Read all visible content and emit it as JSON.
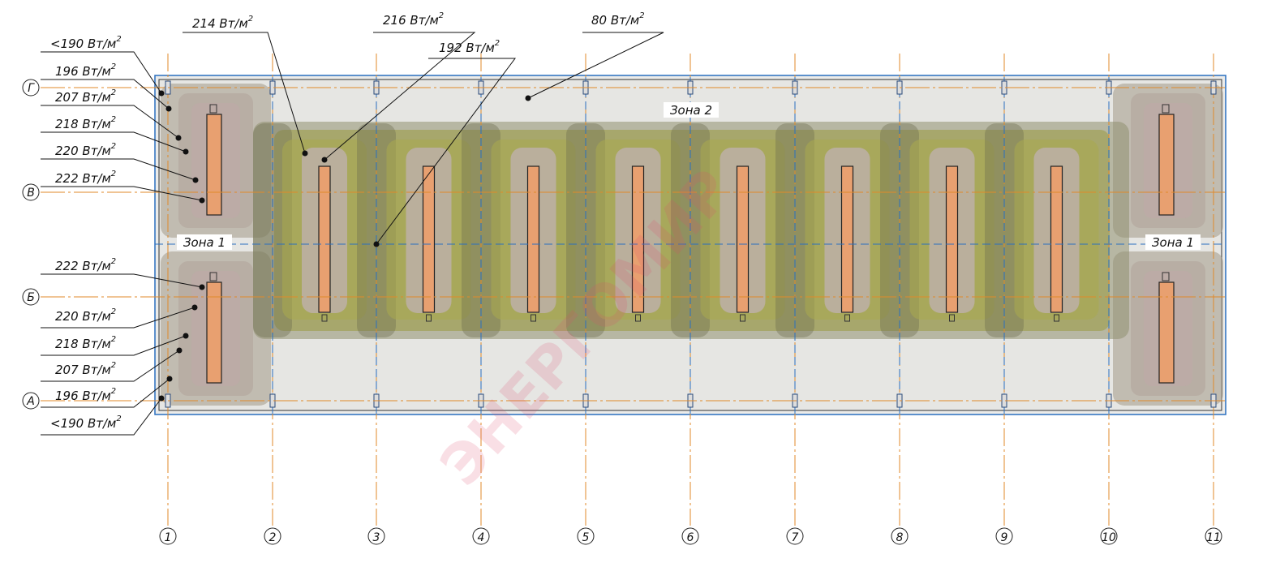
{
  "title": "Heat flux distribution plan",
  "watermark": "ЭНЕРГОМИР",
  "columns": [
    "1",
    "2",
    "3",
    "4",
    "5",
    "6",
    "7",
    "8",
    "9",
    "10",
    "11"
  ],
  "rows": [
    "Г",
    "В",
    "Б",
    "А"
  ],
  "zones": {
    "zone1_left": "Зона 1",
    "zone1_right": "Зона 1",
    "zone2": "Зона 2"
  },
  "left_top_labels": [
    "<190 Вт/м",
    "196 Вт/м",
    "207 Вт/м",
    "218 Вт/м",
    "220 Вт/м",
    "222 Вт/м"
  ],
  "left_bottom_labels": [
    "222 Вт/м",
    "220 Вт/м",
    "218 Вт/м",
    "207 Вт/м",
    "196 Вт/м",
    "<190 Вт/м"
  ],
  "top_labels": [
    "214 Вт/м",
    "216 Вт/м",
    "192 Вт/м",
    "80 Вт/м"
  ],
  "unit_exponent": "2",
  "colors": {
    "axis_orange": "#e08a2a",
    "axis_blue": "#2a6fbf",
    "zone2_fill": "#9a9a40",
    "zone1_fill": "#a8a090",
    "heater": "#e8a070"
  }
}
